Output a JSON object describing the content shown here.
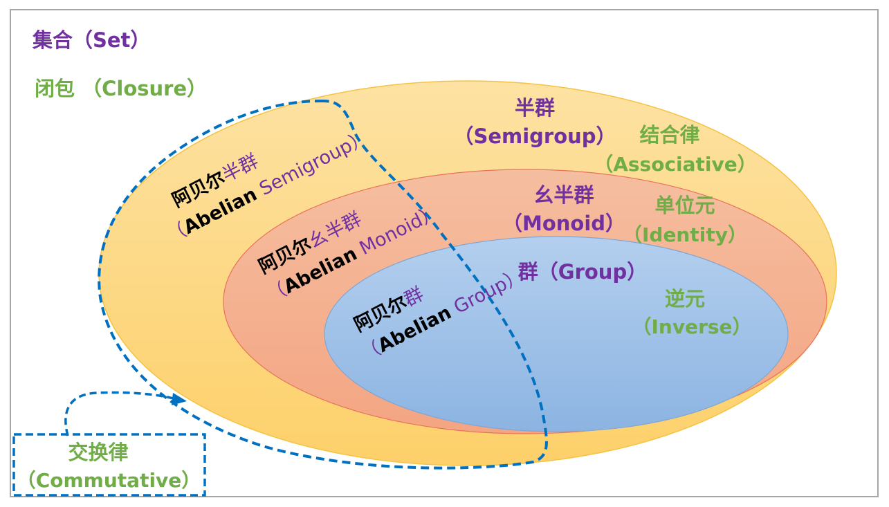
{
  "labels": {
    "set": "集合（Set）",
    "closure": "闭包 （Closure）",
    "semigroup_cn": "半群",
    "semigroup_en": "（Semigroup）",
    "associative_cn": "结合律",
    "associative_en": "（Associative）",
    "monoid_cn": "幺半群",
    "monoid_en": "（Monoid）",
    "identity_cn": "单位元",
    "identity_en": "（Identity）",
    "group": "群（Group）",
    "inverse_cn": "逆元",
    "inverse_en": "（Inverse）",
    "commutative_cn": "交换律",
    "commutative_en": "（Commutative）",
    "abelian_cn": "阿贝尔",
    "abelian_en": "Abelian",
    "ab_semigroup_cn": "半群",
    "ab_semigroup_en": " Semigroup）",
    "ab_monoid_cn": "幺半群",
    "ab_monoid_en": " Monoid）",
    "ab_group_cn": "群",
    "ab_group_en": " Group）",
    "paren_open": "（"
  },
  "colors": {
    "semigroup_fill": "#fdd98a",
    "semigroup_stroke": "#f5c242",
    "monoid_fill": "#f4b183",
    "monoid_stroke": "#e8735a",
    "group_fill": "#9dc3e6",
    "group_stroke": "#7fa6d4",
    "dash_blue": "#0070c0",
    "purple": "#7030a0",
    "green": "#70ad47",
    "frame": "#a6a6a6"
  }
}
